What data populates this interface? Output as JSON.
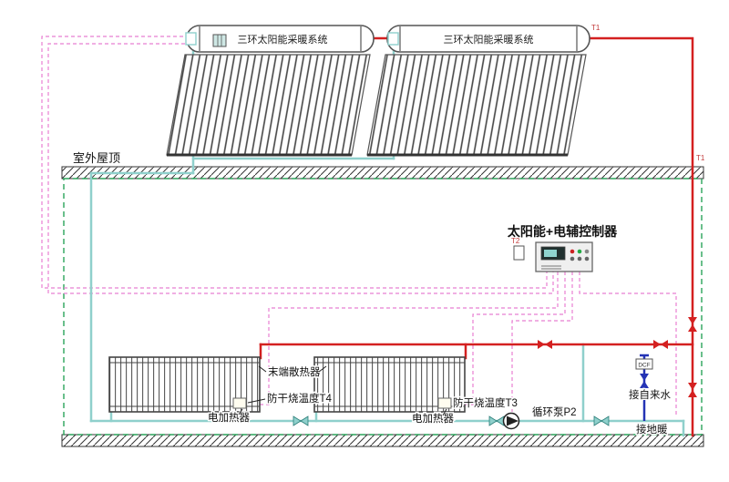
{
  "labels": {
    "collector1": "三环太阳能采暖系统",
    "collector2": "三环太阳能采暖系统",
    "roof": "室外屋顶",
    "controller": "太阳能+电辅控制器",
    "terminal_radiator": "末端散热器",
    "dry_burn_t4": "防干烧温度T4",
    "dry_burn_t3": "防干烧温度T3",
    "electric_heater_1": "电加热器",
    "electric_heater_2": "电加热器",
    "pump_p2": "循环泵P2",
    "tap_water": "接自来水",
    "floor_heating": "接地暖",
    "dcf": "DCF",
    "t1": "T1",
    "t2": "T2"
  },
  "colors": {
    "hot_pipe": "#d42020",
    "cold_pipe": "#8fd0cc",
    "sensor_wire": "#e87fd2",
    "boundary": "#2aa45a",
    "tap_water": "#2433b5",
    "structure": "#4a4a4a"
  }
}
